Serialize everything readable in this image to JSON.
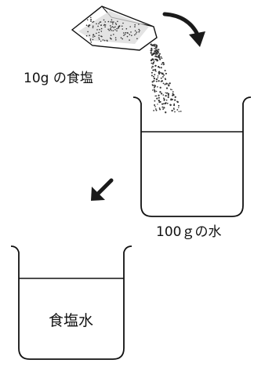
{
  "labels": {
    "salt": "10g の食塩",
    "water": "100ｇの水",
    "brine": "食塩水"
  },
  "colors": {
    "line": "#111111",
    "salt_grain": "#333333",
    "arrow": "#1a1a1a",
    "background": "#ffffff"
  },
  "icons": {
    "salt_packet": "salt-packet-icon",
    "pour_arrow": "curved-arrow-icon",
    "down_arrow": "down-left-arrow-icon"
  }
}
